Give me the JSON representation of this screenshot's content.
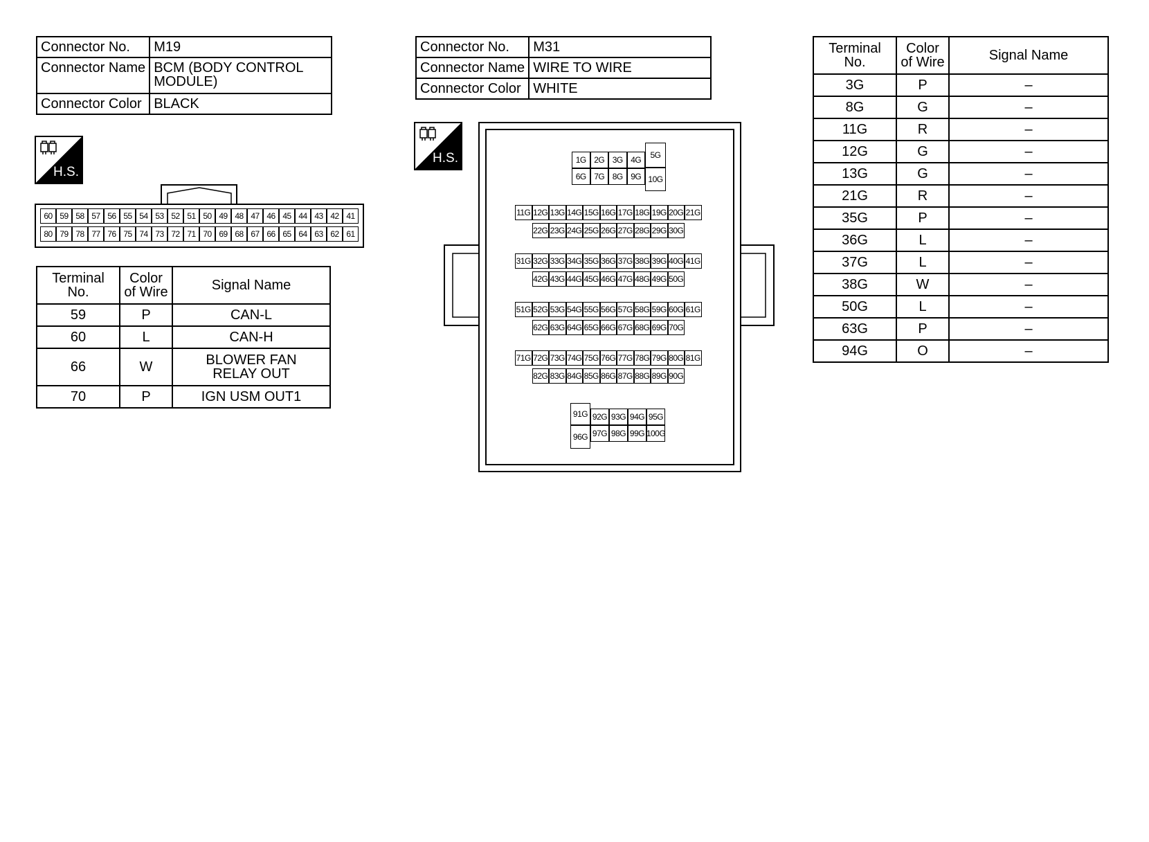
{
  "connector_m19": {
    "label_no": "Connector No.",
    "no": "M19",
    "label_name": "Connector Name",
    "name": "BCM (BODY CONTROL MODULE)",
    "label_color": "Connector Color",
    "color": "BLACK",
    "hs_label": "H.S.",
    "pins_top": [
      "60",
      "59",
      "58",
      "57",
      "56",
      "55",
      "54",
      "53",
      "52",
      "51",
      "50",
      "49",
      "48",
      "47",
      "46",
      "45",
      "44",
      "43",
      "42",
      "41"
    ],
    "pins_bottom": [
      "80",
      "79",
      "78",
      "77",
      "76",
      "75",
      "74",
      "73",
      "72",
      "71",
      "70",
      "69",
      "68",
      "67",
      "66",
      "65",
      "64",
      "63",
      "62",
      "61"
    ],
    "table": {
      "headers": [
        "Terminal No.",
        "Color of Wire",
        "Signal Name"
      ],
      "rows": [
        [
          "59",
          "P",
          "CAN-L"
        ],
        [
          "60",
          "L",
          "CAN-H"
        ],
        [
          "66",
          "W",
          "BLOWER FAN RELAY OUT"
        ],
        [
          "70",
          "P",
          "IGN USM OUT1"
        ]
      ]
    }
  },
  "connector_m31": {
    "label_no": "Connector No.",
    "no": "M31",
    "label_name": "Connector Name",
    "name": "WIRE TO WIRE",
    "label_color": "Connector Color",
    "color": "WHITE",
    "hs_label": "H.S.",
    "pin_blocks": [
      [
        "1G",
        "2G",
        "3G",
        "4G",
        "5G",
        "6G",
        "7G",
        "8G",
        "9G",
        "10G"
      ],
      [
        "11G",
        "12G",
        "13G",
        "14G",
        "15G",
        "16G",
        "17G",
        "18G",
        "19G",
        "20G",
        "21G",
        "22G",
        "23G",
        "24G",
        "25G",
        "26G",
        "27G",
        "28G",
        "29G",
        "30G"
      ],
      [
        "31G",
        "32G",
        "33G",
        "34G",
        "35G",
        "36G",
        "37G",
        "38G",
        "39G",
        "40G",
        "41G",
        "42G",
        "43G",
        "44G",
        "45G",
        "46G",
        "47G",
        "48G",
        "49G",
        "50G"
      ],
      [
        "51G",
        "52G",
        "53G",
        "54G",
        "55G",
        "56G",
        "57G",
        "58G",
        "59G",
        "60G",
        "61G",
        "62G",
        "63G",
        "64G",
        "65G",
        "66G",
        "67G",
        "68G",
        "69G",
        "70G"
      ],
      [
        "71G",
        "72G",
        "73G",
        "74G",
        "75G",
        "76G",
        "77G",
        "78G",
        "79G",
        "80G",
        "81G",
        "82G",
        "83G",
        "84G",
        "85G",
        "86G",
        "87G",
        "88G",
        "89G",
        "90G"
      ],
      [
        "91G",
        "92G",
        "93G",
        "94G",
        "95G",
        "96G",
        "97G",
        "98G",
        "99G",
        "100G"
      ]
    ],
    "table": {
      "headers": [
        "Terminal No.",
        "Color of Wire",
        "Signal Name"
      ],
      "rows": [
        [
          "3G",
          "P",
          "–"
        ],
        [
          "8G",
          "G",
          "–"
        ],
        [
          "11G",
          "R",
          "–"
        ],
        [
          "12G",
          "G",
          "–"
        ],
        [
          "13G",
          "G",
          "–"
        ],
        [
          "21G",
          "R",
          "–"
        ],
        [
          "35G",
          "P",
          "–"
        ],
        [
          "36G",
          "L",
          "–"
        ],
        [
          "37G",
          "L",
          "–"
        ],
        [
          "38G",
          "W",
          "–"
        ],
        [
          "50G",
          "L",
          "–"
        ],
        [
          "63G",
          "P",
          "–"
        ],
        [
          "94G",
          "O",
          "–"
        ]
      ]
    }
  }
}
